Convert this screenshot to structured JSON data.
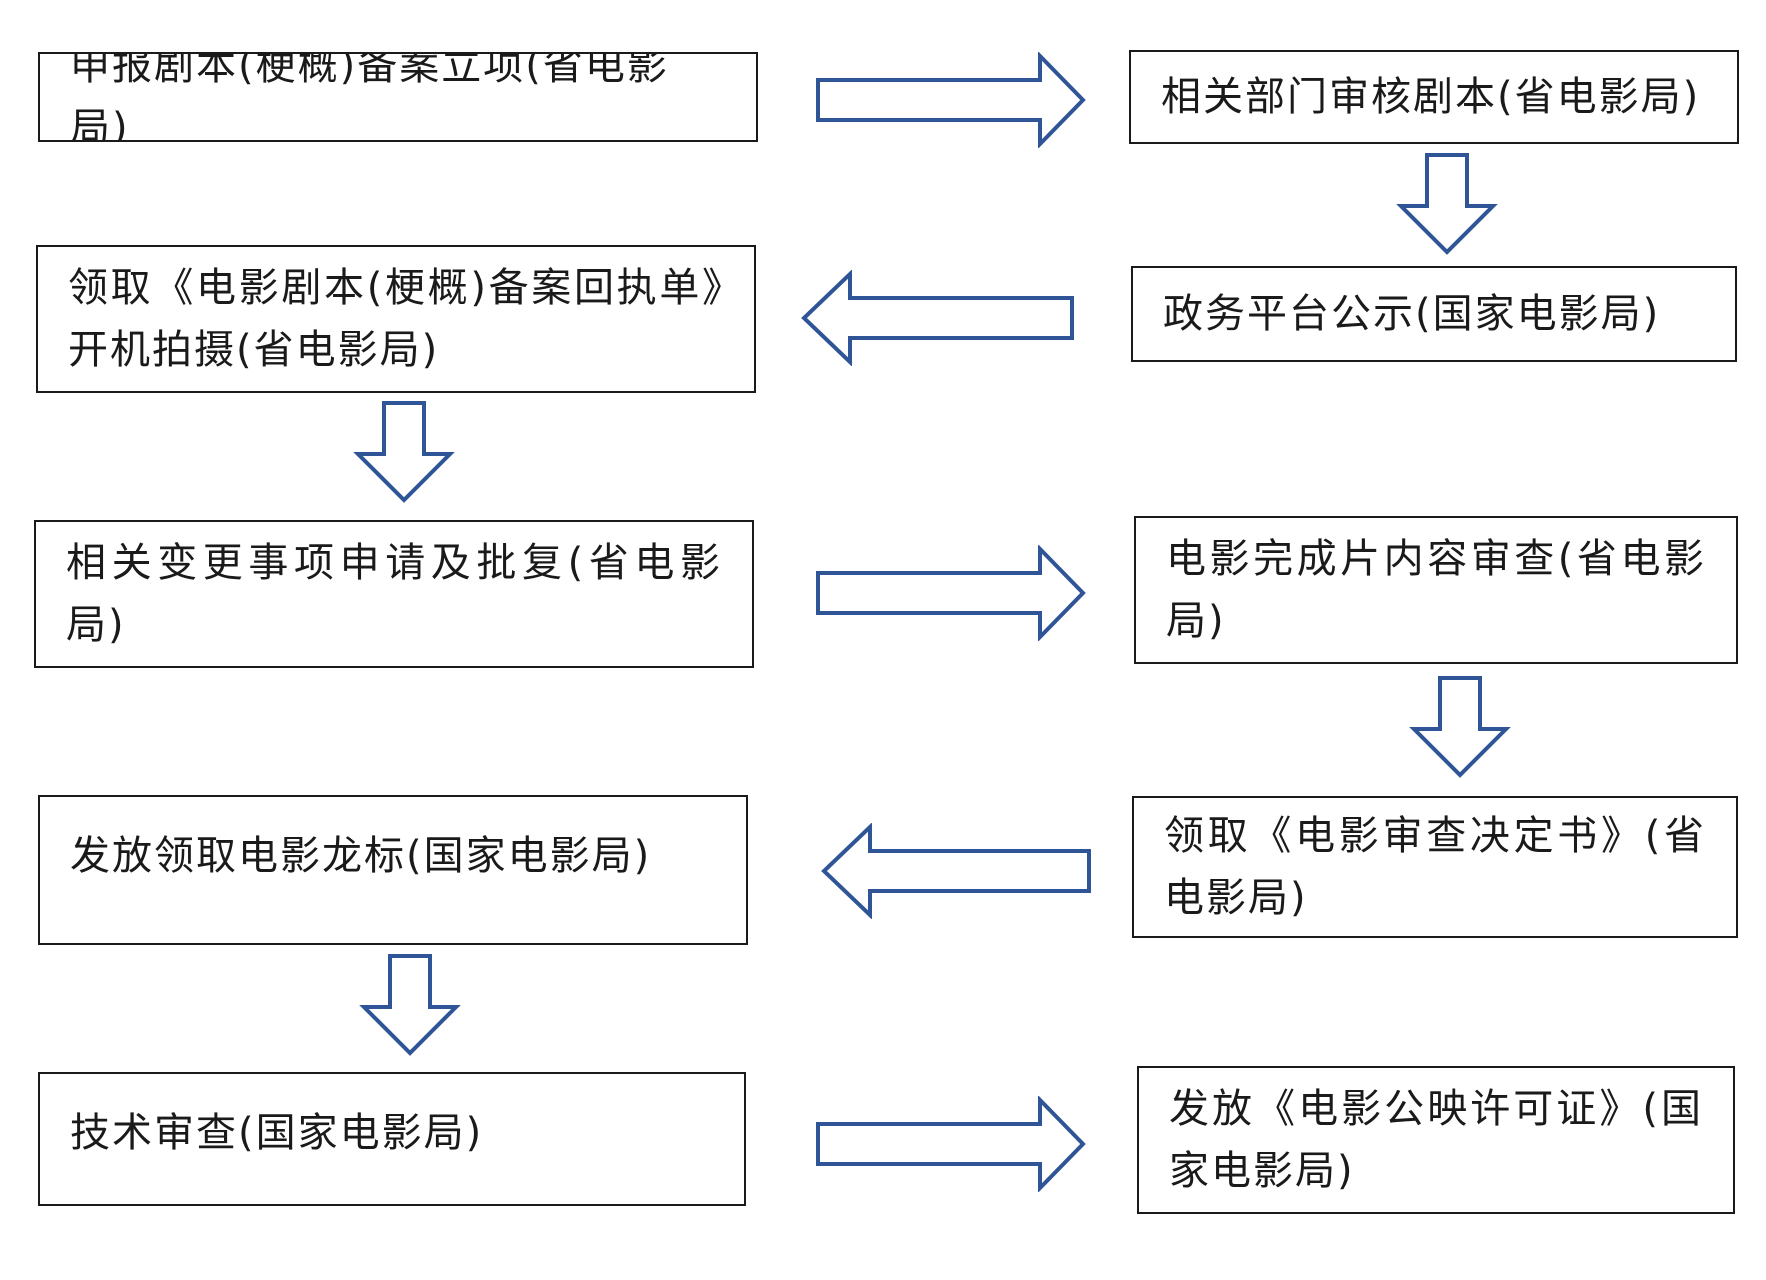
{
  "diagram": {
    "type": "flowchart",
    "colors": {
      "box_border": "#1a1a1a",
      "arrow_outline": "#2f5597",
      "background": "#ffffff"
    },
    "steps": [
      {
        "id": "s1",
        "text": "申报剧本(梗概)备案立项(省电影局)"
      },
      {
        "id": "s2",
        "text": "相关部门审核剧本(省电影局)"
      },
      {
        "id": "s3",
        "text": "政务平台公示(国家电影局)"
      },
      {
        "id": "s4",
        "text": "领取《电影剧本(梗概)备案回执单》开机拍摄(省电影局)"
      },
      {
        "id": "s5",
        "text": "相关变更事项申请及批复(省电影局)"
      },
      {
        "id": "s6",
        "text": "电影完成片内容审查(省电影局)"
      },
      {
        "id": "s7",
        "text": "领取《电影审查决定书》(省电影局)"
      },
      {
        "id": "s8",
        "text": "发放领取电影龙标(国家电影局)"
      },
      {
        "id": "s9",
        "text": "技术审查(国家电影局)"
      },
      {
        "id": "s10",
        "text": "发放《电影公映许可证》(国家电影局)"
      }
    ],
    "connections": [
      {
        "from": "s1",
        "to": "s2",
        "direction": "right"
      },
      {
        "from": "s2",
        "to": "s3",
        "direction": "down"
      },
      {
        "from": "s3",
        "to": "s4",
        "direction": "left"
      },
      {
        "from": "s4",
        "to": "s5",
        "direction": "down"
      },
      {
        "from": "s5",
        "to": "s6",
        "direction": "right"
      },
      {
        "from": "s6",
        "to": "s7",
        "direction": "down"
      },
      {
        "from": "s7",
        "to": "s8",
        "direction": "left"
      },
      {
        "from": "s8",
        "to": "s9",
        "direction": "down"
      },
      {
        "from": "s9",
        "to": "s10",
        "direction": "right"
      }
    ]
  }
}
